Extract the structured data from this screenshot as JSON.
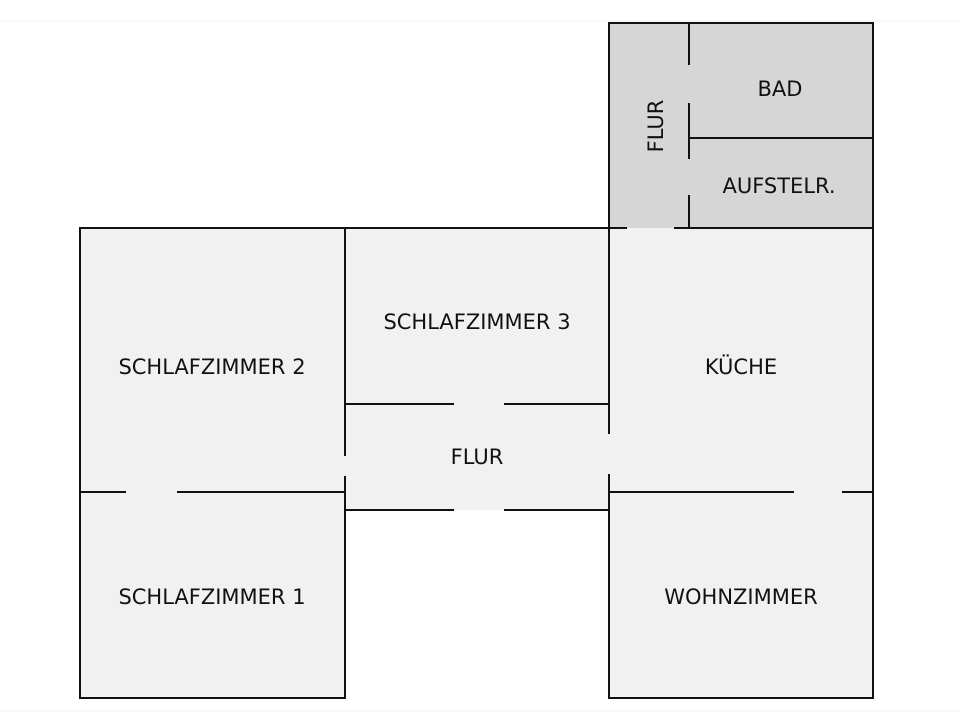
{
  "floorplan": {
    "colors": {
      "room_fill": "#f1f1f1",
      "wet_area_fill": "#d6d6d6",
      "wall": "#111111",
      "background": "#ffffff"
    },
    "rooms": {
      "schlafzimmer_2": "SCHLAFZIMMER 2",
      "schlafzimmer_1": "SCHLAFZIMMER 1",
      "schlafzimmer_3": "SCHLAFZIMMER 3",
      "flur_center": "FLUR",
      "kueche": "KÜCHE",
      "wohnzimmer": "WOHNZIMMER",
      "flur_top": "FLUR",
      "bad": "BAD",
      "aufstellraum": "AUFSTELR."
    }
  }
}
